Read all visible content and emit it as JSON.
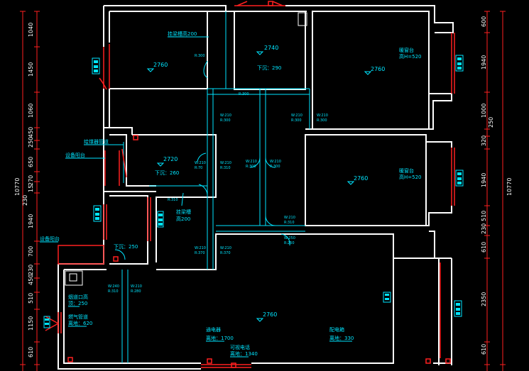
{
  "left_dims": [
    "1040",
    "1450",
    "1060",
    "450",
    "250",
    "650",
    "270",
    "15",
    "230",
    "1940",
    "700",
    "230",
    "450",
    "510",
    "1150",
    "610"
  ],
  "right_dims": [
    "600",
    "1940",
    "1000",
    "250",
    "320",
    "1940",
    "510",
    "230",
    "610",
    "2350",
    "610"
  ],
  "total_left": "10770",
  "total_right": "10770",
  "rooms": {
    "tl_level": "2760",
    "tl_beam": "挂梁槽高200",
    "tc_level": "2740",
    "tc_sub": "下沉：290",
    "tr_level": "2760",
    "tr_note1": "暖窗台",
    "tr_note2": "高H=520",
    "mid_level": "2720",
    "mid_sub": "下沉：260",
    "mr_level": "2760",
    "mr_note1": "暖窗台",
    "mr_note2": "高H=520",
    "beam2_1": "挂梁槽",
    "beam2_2": "高200",
    "small_sub": "下沉：250",
    "living_level": "2760",
    "pipe_label": "给煤器管道",
    "equip1": "设备阳台",
    "equip2": "设备阳台",
    "smoke1": "烟道口高",
    "smoke2": "顶：250",
    "gas1": "燃气管道",
    "gas2": "离地：620",
    "tv1": "通电器",
    "tv2": "离地：1700",
    "tvc1": "可视电话",
    "tvc2": "离地：1340",
    "elec1": "配电箱",
    "elec2": "离地：330"
  },
  "small_labels": [
    {
      "t1": "R:300",
      "t2": ""
    },
    {
      "t1": "R:300",
      "t2": ""
    },
    {
      "t1": "W:210",
      "t2": "R:300"
    },
    {
      "t1": "W:210",
      "t2": "R:300"
    },
    {
      "t1": "W:210",
      "t2": "R:300"
    },
    {
      "t1": "W:210",
      "t2": "R:70"
    },
    {
      "t1": "W:210",
      "t2": "R:310"
    },
    {
      "t1": "W:210",
      "t2": "R:300"
    },
    {
      "t1": "W:210",
      "t2": "R:300"
    },
    {
      "t1": "R:310",
      "t2": ""
    },
    {
      "t1": "W:210",
      "t2": "R:310"
    },
    {
      "t1": "W:250",
      "t2": "R:250"
    },
    {
      "t1": "W:210",
      "t2": "R:370"
    },
    {
      "t1": "W:210",
      "t2": "R:370"
    },
    {
      "t1": "W:240",
      "t2": "R:310"
    },
    {
      "t1": "W:210",
      "t2": "R:280"
    }
  ]
}
